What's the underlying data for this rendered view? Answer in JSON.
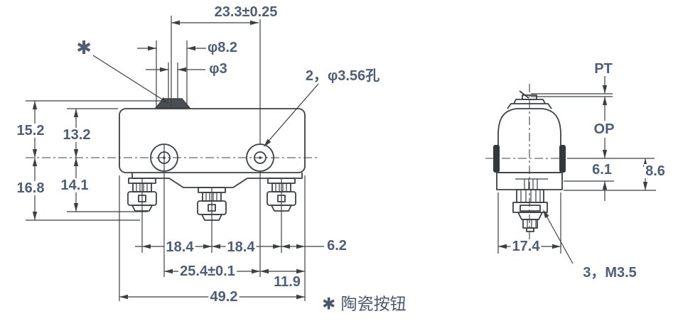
{
  "colors": {
    "line": "#3c4043",
    "dim_text": "#4d5e78"
  },
  "front_view": {
    "dim_top_width": "23.3±0.25",
    "dim_button_dia": "φ8.2",
    "dim_pin_dia": "φ3",
    "hole_callout": "2，φ3.56孔",
    "asterisk": "✱",
    "dim_height_top_outer": "15.2",
    "dim_height_top_inner": "13.2",
    "dim_height_bottom_outer": "16.8",
    "dim_height_bottom_inner": "14.1",
    "dim_terminal_pitch_1": "18.4",
    "dim_terminal_pitch_2": "18.4",
    "dim_terminal_edge": "6.2",
    "dim_hole_pitch": "25.4±0.1",
    "dim_hole_edge": "11.9",
    "dim_total_width": "49.2"
  },
  "side_view": {
    "pretravel_label": "PT",
    "operating_position_label": "OP",
    "dim_base_height": "6.1",
    "dim_base_total_height": "8.6",
    "dim_depth": "17.4",
    "screw_callout": "3，M3.5"
  },
  "footnote": "✱ 陶瓷按钮"
}
